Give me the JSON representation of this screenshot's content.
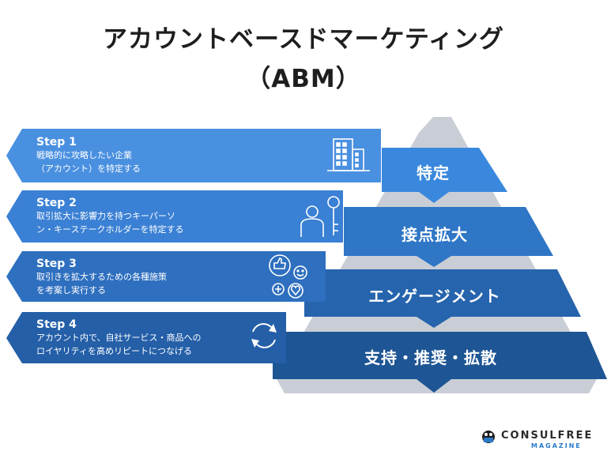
{
  "title": {
    "line1": "アカウントベースドマーケティング",
    "line2": "（ABM）"
  },
  "steps": [
    {
      "label": "Step 1",
      "desc1": "戦略的に攻略したい企業",
      "desc2": "（アカウント）を特定する",
      "icon": "building-icon",
      "level": "特定"
    },
    {
      "label": "Step 2",
      "desc1": "取引拡大に影響力を持つキーパーソ",
      "desc2": "ン・キーステークホルダーを特定する",
      "icon": "person-key-icon",
      "level": "接点拡大"
    },
    {
      "label": "Step 3",
      "desc1": "取引きを拡大するための各種施策",
      "desc2": "を考案し実行する",
      "icon": "engagement-icons",
      "level": "エンゲージメント"
    },
    {
      "label": "Step 4",
      "desc1": "アカウント内で、自社サービス・商品への",
      "desc2": "ロイヤリティを高めリピートにつなげる",
      "icon": "refresh-icon",
      "level": "支持・推奨・拡散"
    }
  ],
  "logo": {
    "name": "CONSULFREE",
    "sub": "MAGAZINE"
  },
  "colors": {
    "step1": "#4a90e0",
    "step2": "#3a80d4",
    "step3": "#2e6fbf",
    "step4": "#245fa8",
    "band1": "#3a88dd",
    "band2": "#2f76c6",
    "band3": "#2664ad",
    "band4": "#1e5594",
    "pyramid": "#c9ced6"
  }
}
